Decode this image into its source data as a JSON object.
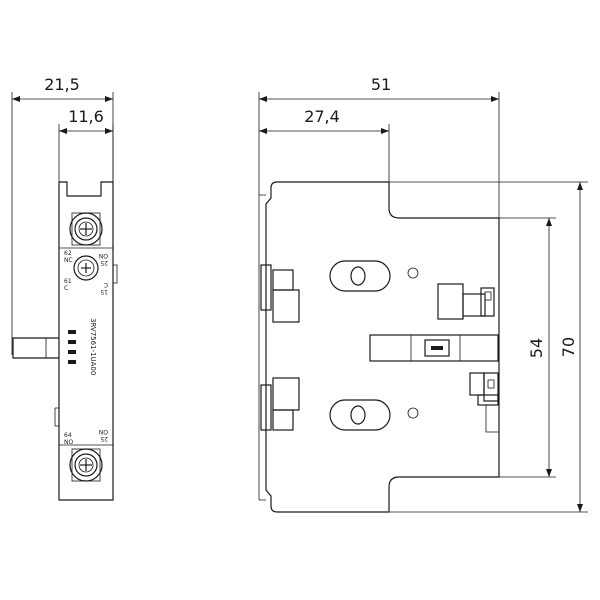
{
  "dimensions": {
    "side_total_width": "21,5",
    "side_inner_width": "11,6",
    "front_total_width": "51",
    "front_half_width": "27,4",
    "front_inner_height": "54",
    "front_total_height": "70"
  },
  "terminal_labels": {
    "top_left_num": "62",
    "top_left_type": "NC",
    "top_right_num": "ON",
    "top_right_type": "25",
    "mid_left_num": "61",
    "mid_left_type": "C",
    "mid_right_num": "C",
    "mid_right_type": "15",
    "bottom_left_num": "64",
    "bottom_left_type": "NO",
    "bottom_right_num": "ON",
    "bottom_right_type": "25"
  },
  "part_number": "3RV7561-1UA00"
}
